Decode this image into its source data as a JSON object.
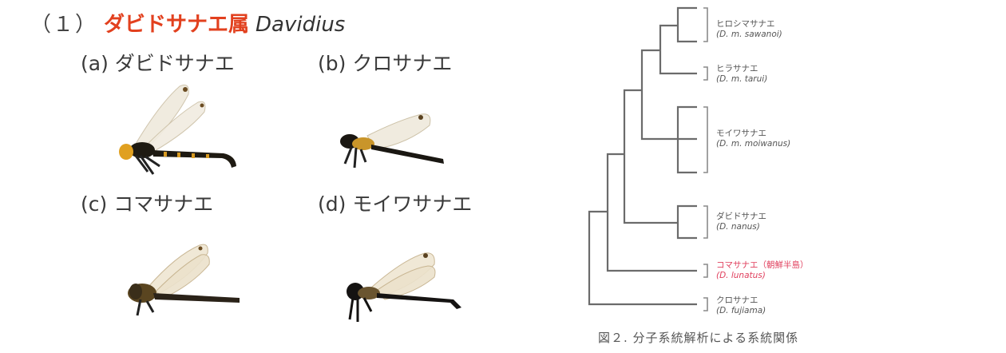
{
  "heading": {
    "number": "（１）",
    "genus_japanese": "ダビドサナエ属",
    "genus_latin": "Davidius"
  },
  "specimens": [
    {
      "id": "a",
      "label": "(a) ダビドサナエ",
      "body_color": "#1e1a12",
      "marking_color": "#e0a020"
    },
    {
      "id": "b",
      "label": "(b) クロサナエ",
      "body_color": "#1a1712",
      "marking_color": "#c9952a"
    },
    {
      "id": "c",
      "label": "(c) コマサナエ",
      "body_color": "#2a2218",
      "marking_color": "#8a6a30"
    },
    {
      "id": "d",
      "label": "(d) モイワサナエ",
      "body_color": "#151312",
      "marking_color": "#6a5530"
    }
  ],
  "tree": {
    "line_color": "#6b6b6b",
    "highlight_color": "#e0405e",
    "leaves": [
      {
        "japanese": "ヒロシマサナエ",
        "latin": "(D. m. sawanoi)",
        "highlight": false
      },
      {
        "japanese": "ヒラサナエ",
        "latin": "(D. m. tarui)",
        "highlight": false
      },
      {
        "japanese": "モイワサナエ",
        "latin": "(D. m. moiwanus)",
        "highlight": false
      },
      {
        "japanese": "ダビドサナエ",
        "latin": "(D. nanus)",
        "highlight": false
      },
      {
        "japanese": "コマサナエ（朝鮮半島）",
        "latin": "(D. lunatus)",
        "highlight": true
      },
      {
        "japanese": "クロサナエ",
        "latin": "(D. fujiama)",
        "highlight": false
      }
    ]
  },
  "caption": "図２. 分子系統解析による系統関係"
}
